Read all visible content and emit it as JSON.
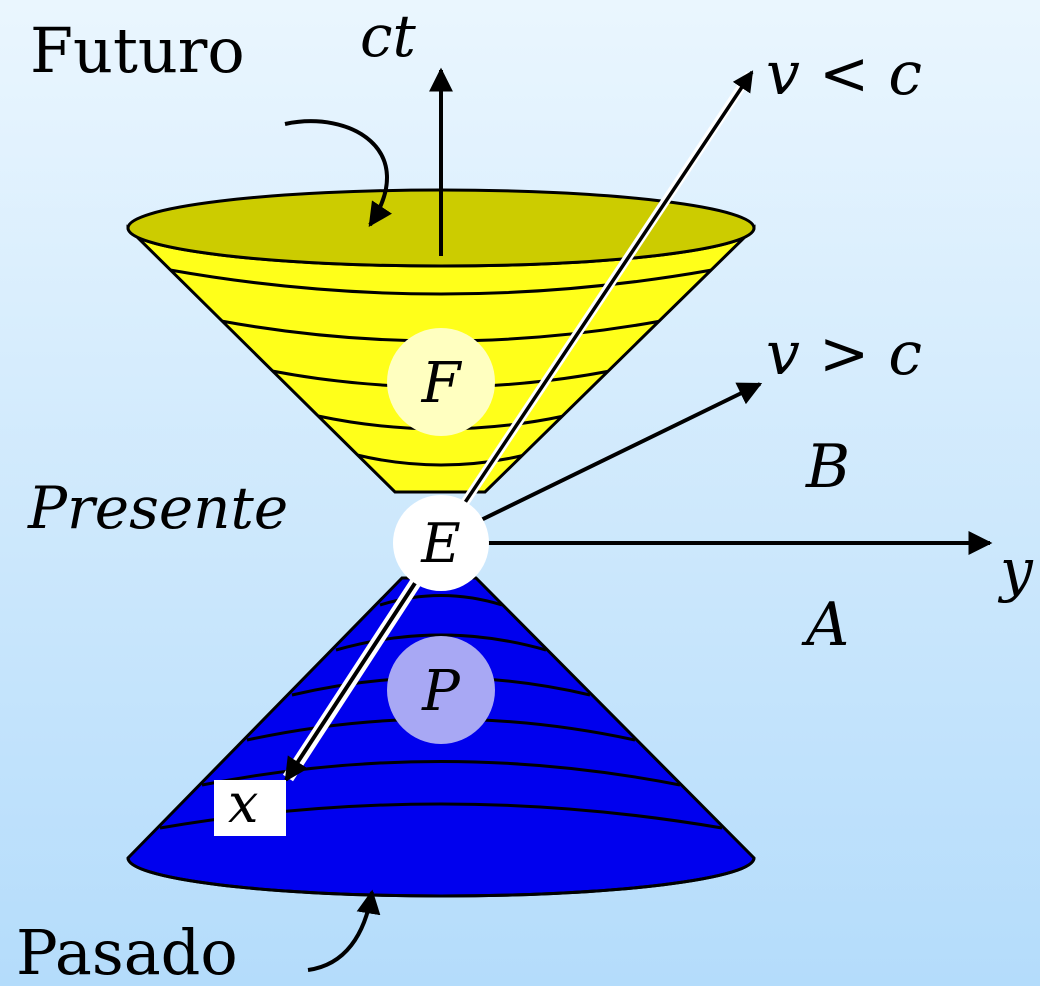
{
  "labels": {
    "future": "Futuro",
    "past": "Pasado",
    "present": "Presente",
    "time_axis": "ct",
    "x_axis": "x",
    "y_axis": "y",
    "subluminal": "v < c",
    "superluminal": "v > c",
    "region_b": "B",
    "region_a": "A",
    "future_cone": "F",
    "past_cone": "P",
    "event": "E"
  },
  "colors": {
    "background_top": "#eaf6fe",
    "background_bottom": "#b4dcfb",
    "future_cone_fill": "#ffff1a",
    "future_cone_top": "#cccc00",
    "past_cone_fill": "#0000ee",
    "future_disc": "#ffffc0",
    "past_disc": "#a8a8f4",
    "event_disc": "#ffffff"
  }
}
